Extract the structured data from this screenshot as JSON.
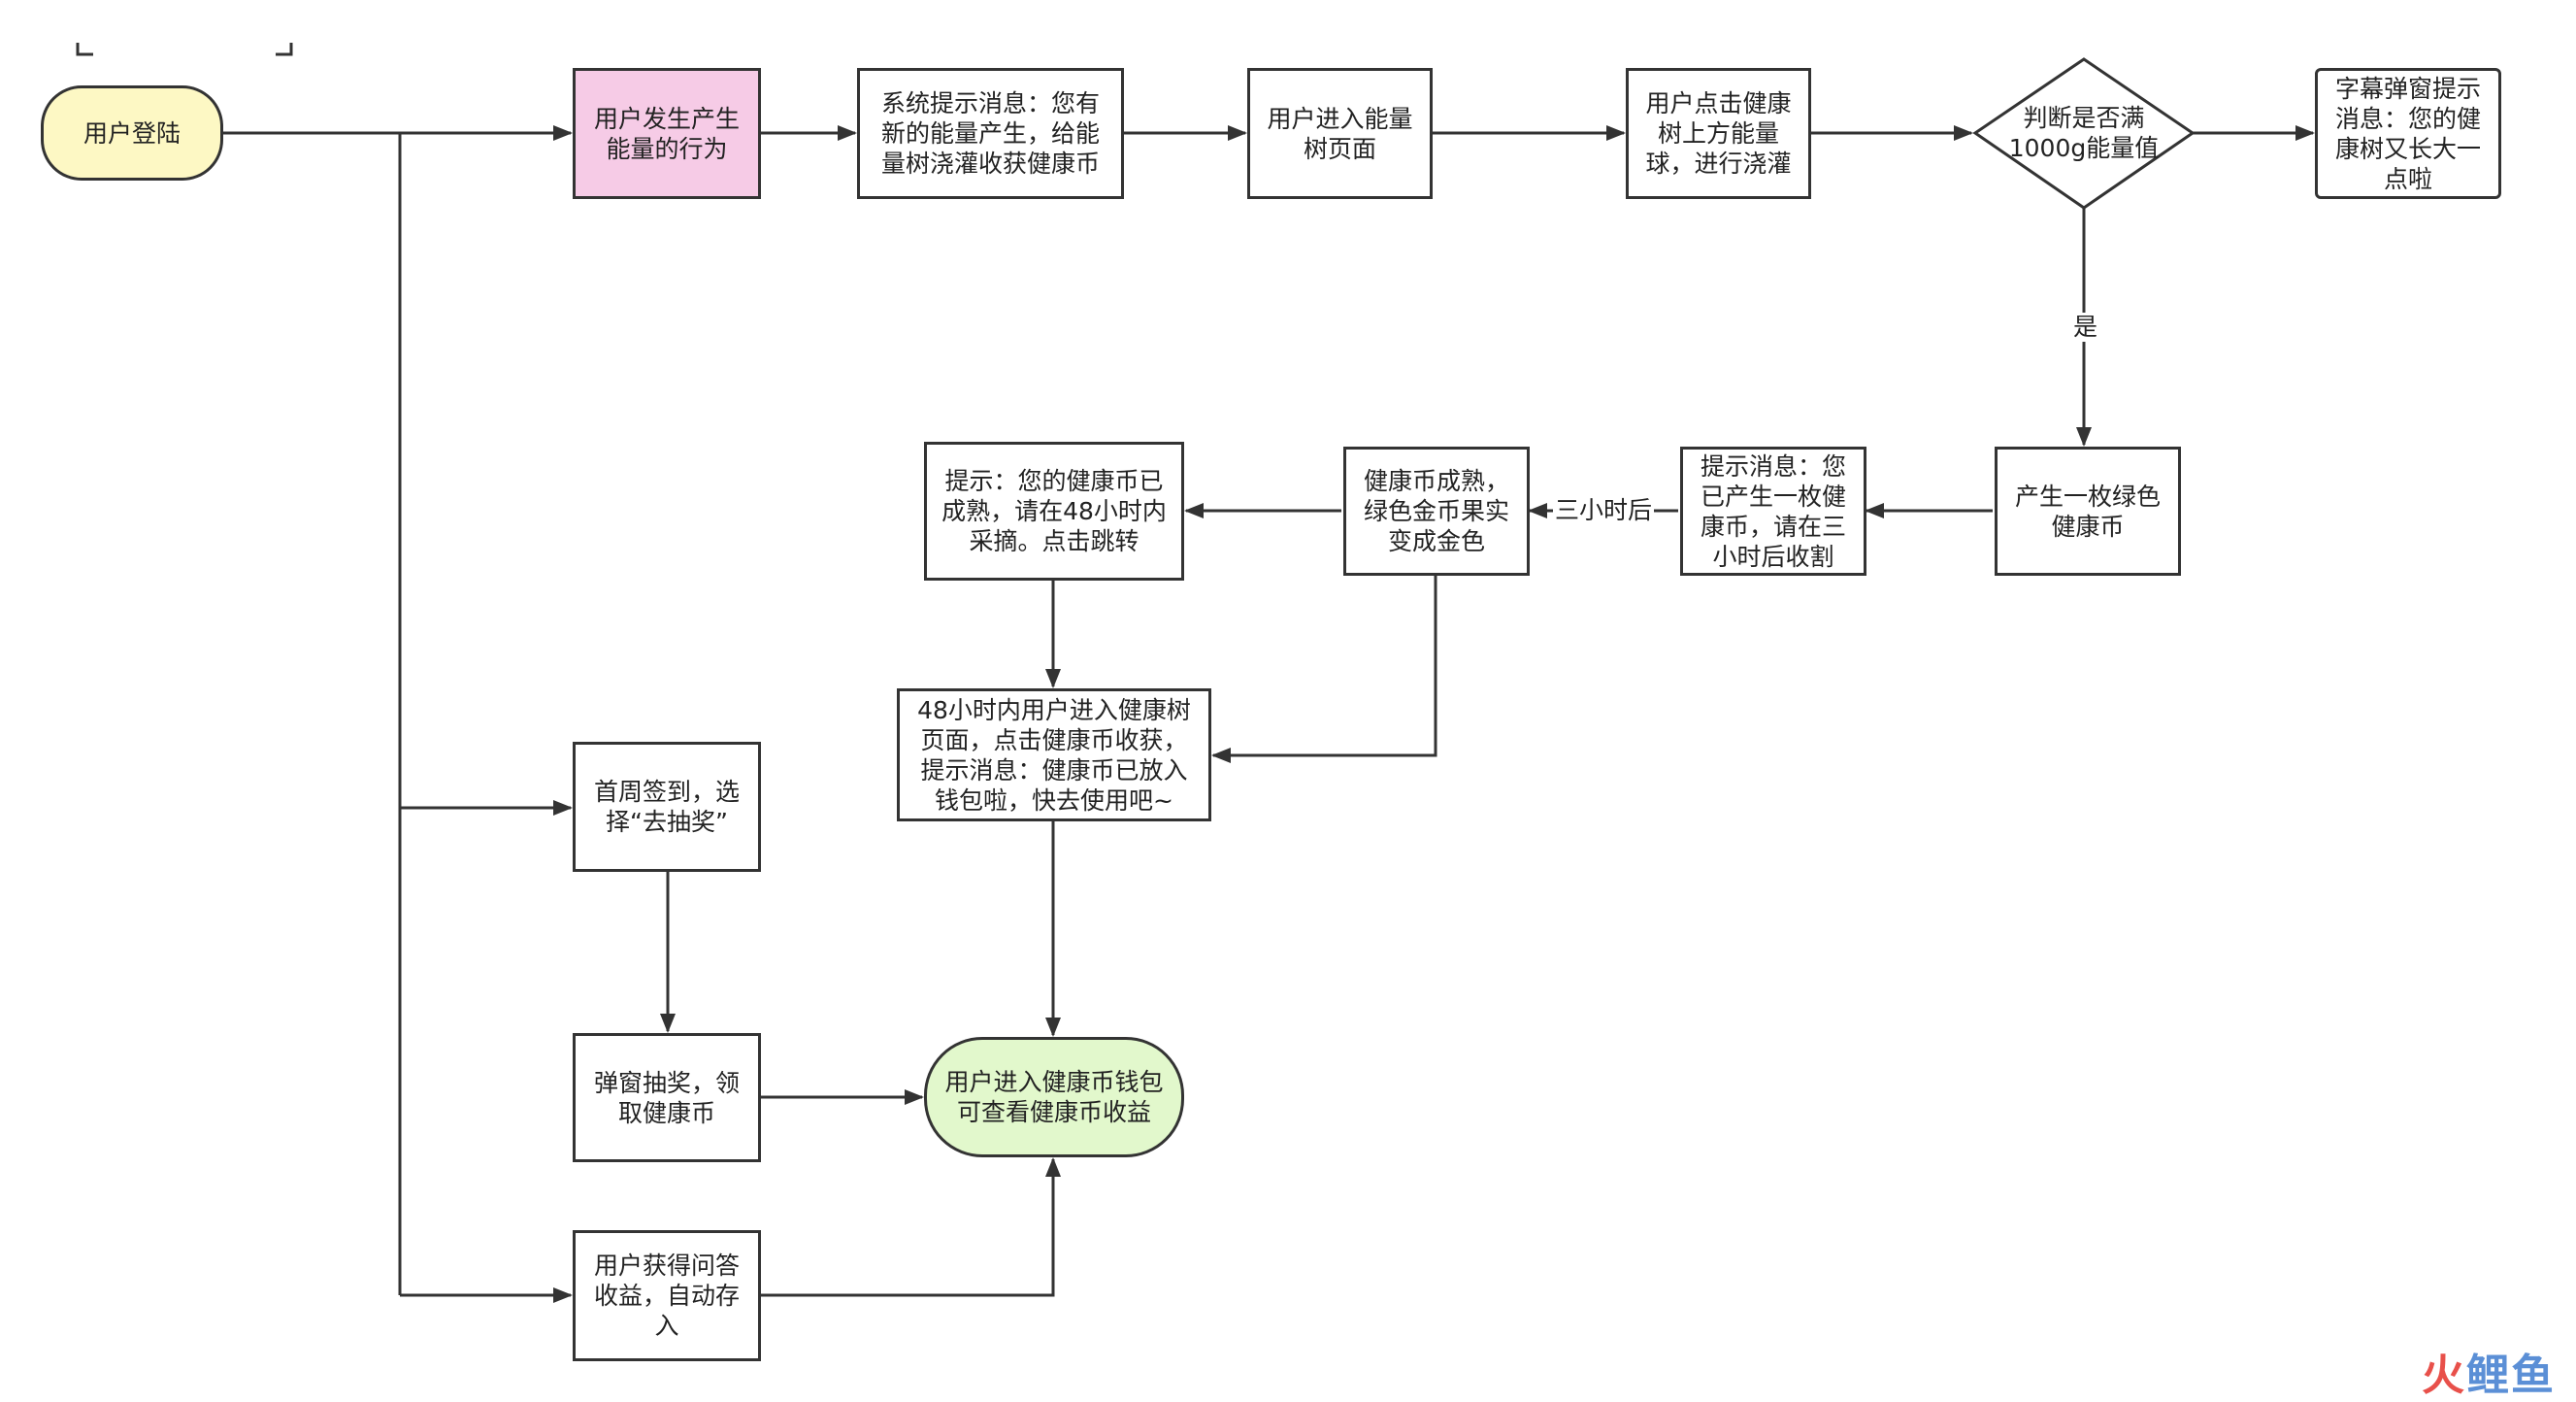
{
  "colors": {
    "line": "#333333",
    "start_fill": "#fdf8c4",
    "action_fill": "#f6cbe6",
    "end_fill": "#e2f8cc",
    "watermark_left": "#e8504a",
    "watermark_right": "#5b8fd6"
  },
  "nodes": {
    "login": "用户登陆",
    "energy_action": "用户发生产生能量的行为",
    "system_msg": "系统提示消息：您有新的能量产生，给能量树浇灌收获健康币",
    "enter_tree": "用户进入能量树页面",
    "click_ball": "用户点击健康树上方能量球，进行浇灌",
    "check_1000g": "判断是否满1000g能量值",
    "caption_popup": "字幕弹窗提示消息：您的健康树又长大一点啦",
    "green_coin": "产生一枚绿色健康币",
    "msg_harvest_3h": "提示消息：您已产生一枚健康币，请在三小时后收割",
    "coin_ripe": "健康币成熟，绿色金币果实变成金色",
    "tip_48h": "提示：您的健康币已成熟，请在48小时内采摘。点击跳转",
    "collect_48h": "48小时内用户进入健康树页面，点击健康币收获，提示消息：健康币已放入钱包啦，快去使用吧~",
    "first_week": "首周签到，选择“去抽奖”",
    "lottery": "弹窗抽奖，领取健康币",
    "qa_income": "用户获得问答收益，自动存入",
    "wallet": "用户进入健康币钱包可查看健康币收益"
  },
  "edge_labels": {
    "yes": "是",
    "after_3h": "三小时后"
  },
  "watermark": {
    "left": "火",
    "right": "鲤鱼"
  }
}
